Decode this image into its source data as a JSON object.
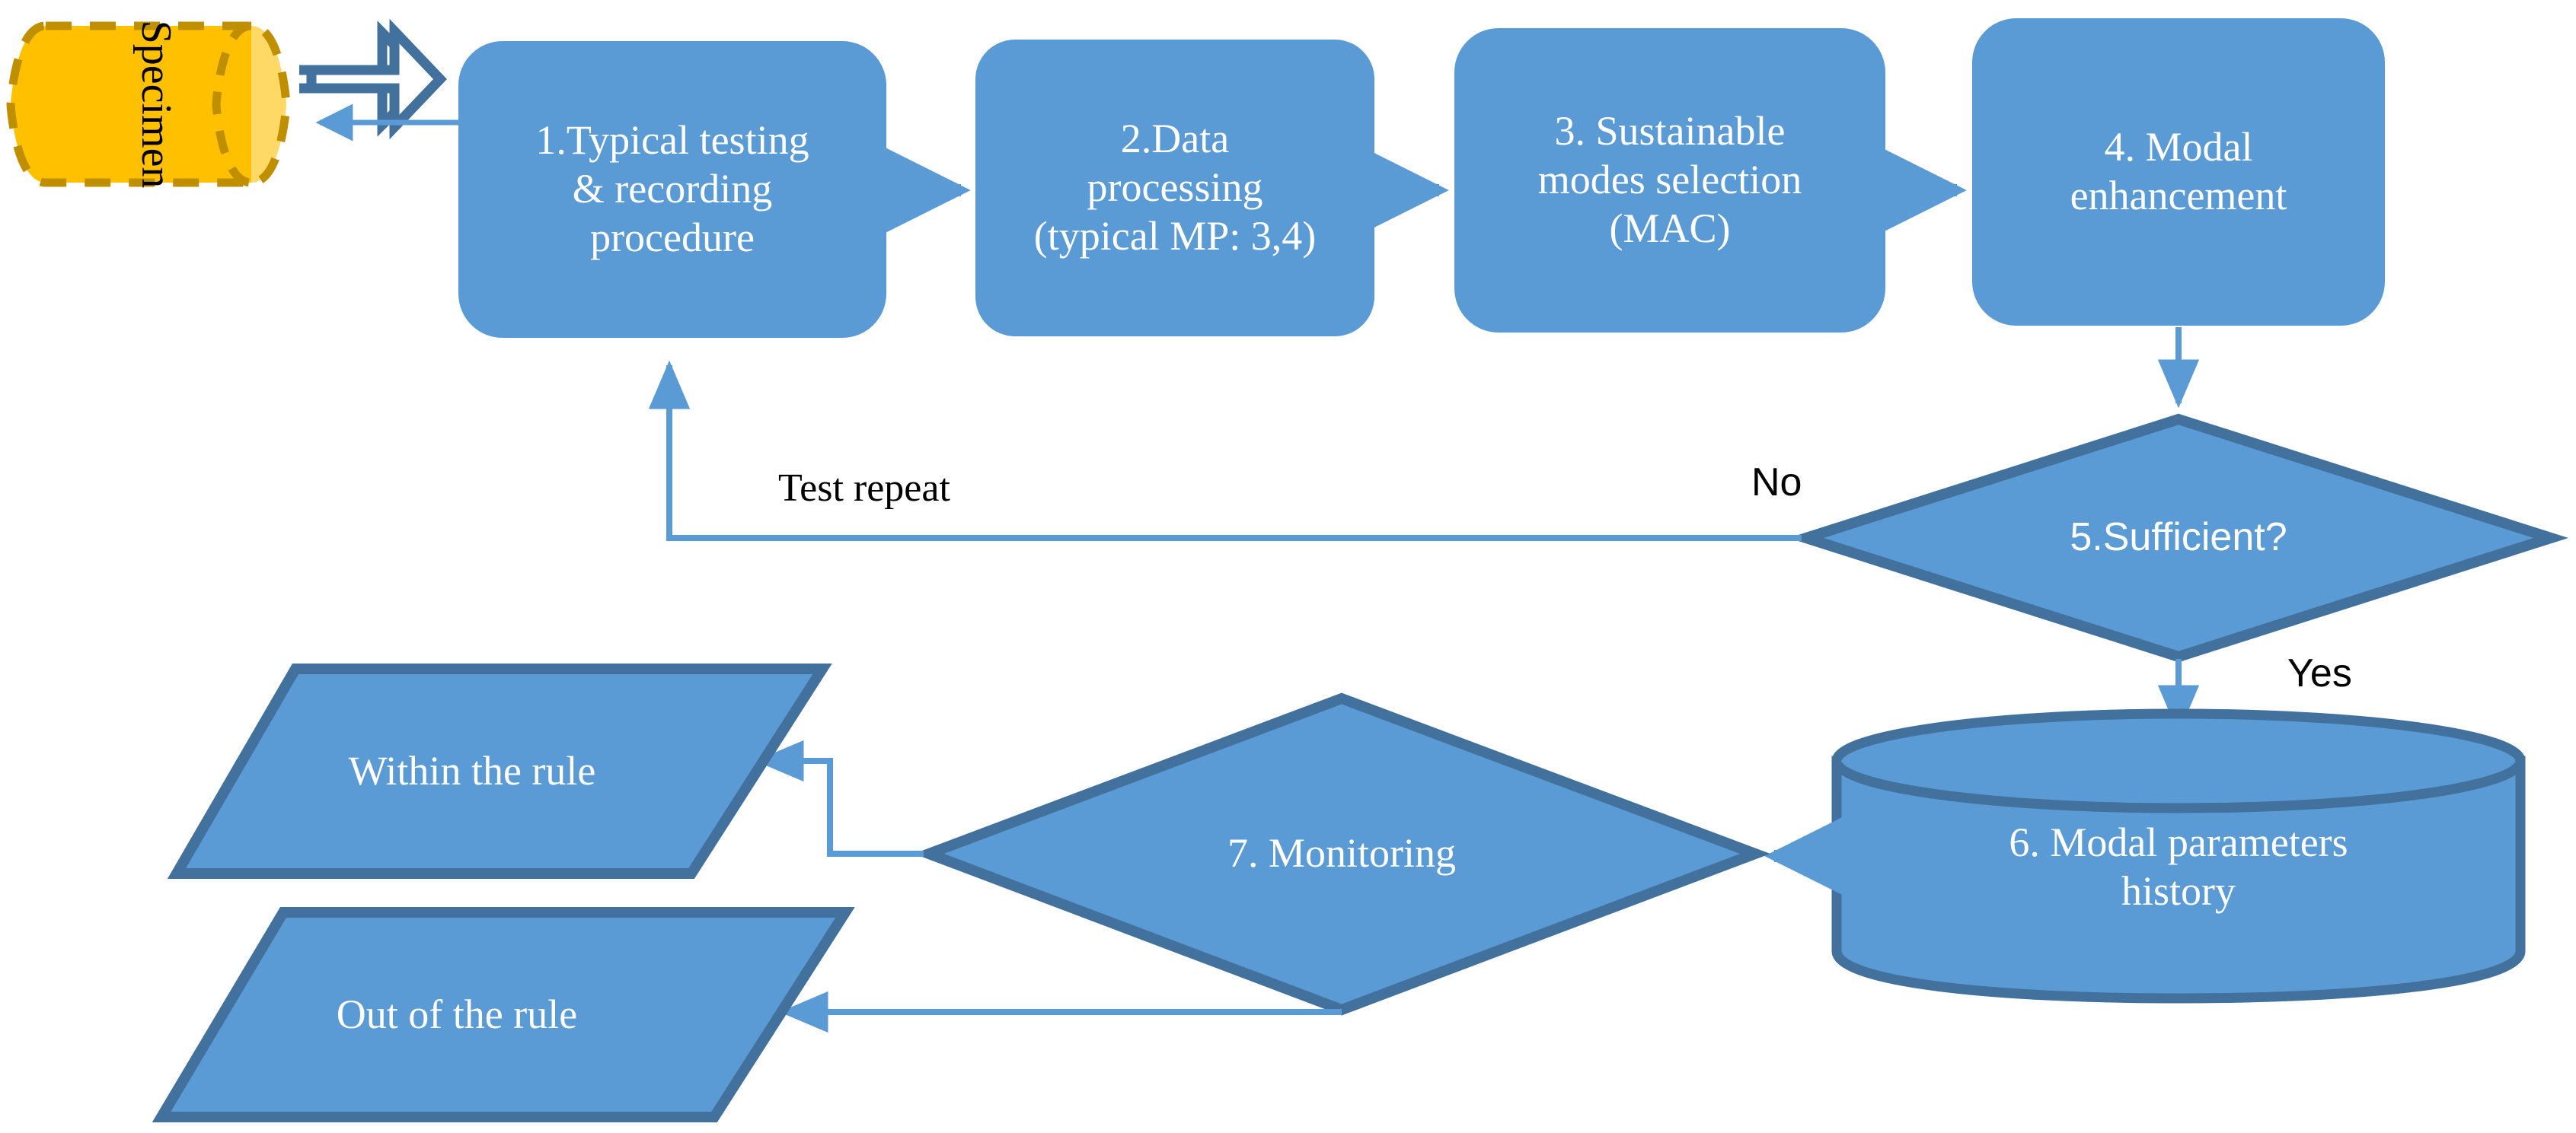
{
  "diagram": {
    "title": "Modal testing and monitoring procedure flowchart",
    "colors": {
      "node_fill": "#5B9BD5",
      "node_stroke": "#41719C",
      "connector": "#5B9BD5",
      "block_arrow_stroke": "#41719C",
      "specimen_fill": "#FFC000",
      "specimen_top_fill": "#FFD966",
      "specimen_stroke": "#BF8F00",
      "label_text": "#000000",
      "node_text": "#FFFFFF",
      "background": "#FFFFFF"
    },
    "nodes": [
      {
        "id": "specimen",
        "shape": "cylinder-horizontal",
        "label": "Specimen"
      },
      {
        "id": "step1",
        "shape": "rounded-rect",
        "label": "1.Typical testing\n& recording\nprocedure"
      },
      {
        "id": "step2",
        "shape": "rounded-rect",
        "label": "2.Data\nprocessing\n(typical MP: 3,4)"
      },
      {
        "id": "step3",
        "shape": "rounded-rect",
        "label": "3. Sustainable\nmodes selection\n(MAC)"
      },
      {
        "id": "step4",
        "shape": "rounded-rect",
        "label": "4. Modal\nenhancement"
      },
      {
        "id": "step5",
        "shape": "diamond",
        "label": "5.Sufficient?"
      },
      {
        "id": "step6",
        "shape": "cylinder-vertical",
        "label": "6. Modal parameters\nhistory"
      },
      {
        "id": "step7",
        "shape": "diamond",
        "label": "7. Monitoring"
      },
      {
        "id": "within",
        "shape": "parallelogram",
        "label": "Within the rule"
      },
      {
        "id": "outof",
        "shape": "parallelogram",
        "label": "Out of the rule"
      }
    ],
    "edge_labels": [
      {
        "id": "test-repeat",
        "text": "Test repeat"
      },
      {
        "id": "no",
        "text": "No"
      },
      {
        "id": "yes",
        "text": "Yes"
      }
    ]
  }
}
